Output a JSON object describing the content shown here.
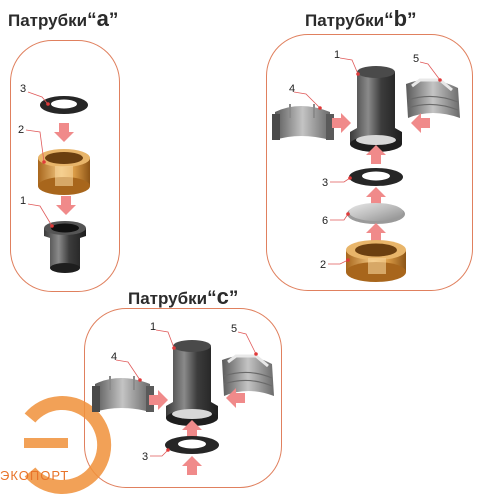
{
  "titles": {
    "a": {
      "prefix": "Патрубки",
      "open": "“",
      "letter": "a",
      "close": "”"
    },
    "b": {
      "prefix": "Патрубки",
      "open": "“",
      "letter": "b",
      "close": "”"
    },
    "c": {
      "prefix": "Патрубки",
      "open": "“",
      "letter": "c",
      "close": "”"
    }
  },
  "labels": {
    "a": [
      "3",
      "2",
      "1"
    ],
    "b": [
      "1",
      "5",
      "4",
      "3",
      "6",
      "2"
    ],
    "c": [
      "1",
      "5",
      "4",
      "3"
    ]
  },
  "colors": {
    "border": "#e0805e",
    "arrow": "#f08a8a",
    "brass": "#d9a04e",
    "rubber": "#2a2a2a",
    "logo": "#f0913a"
  },
  "watermark": {
    "text": "ЭКОПОРТ"
  }
}
